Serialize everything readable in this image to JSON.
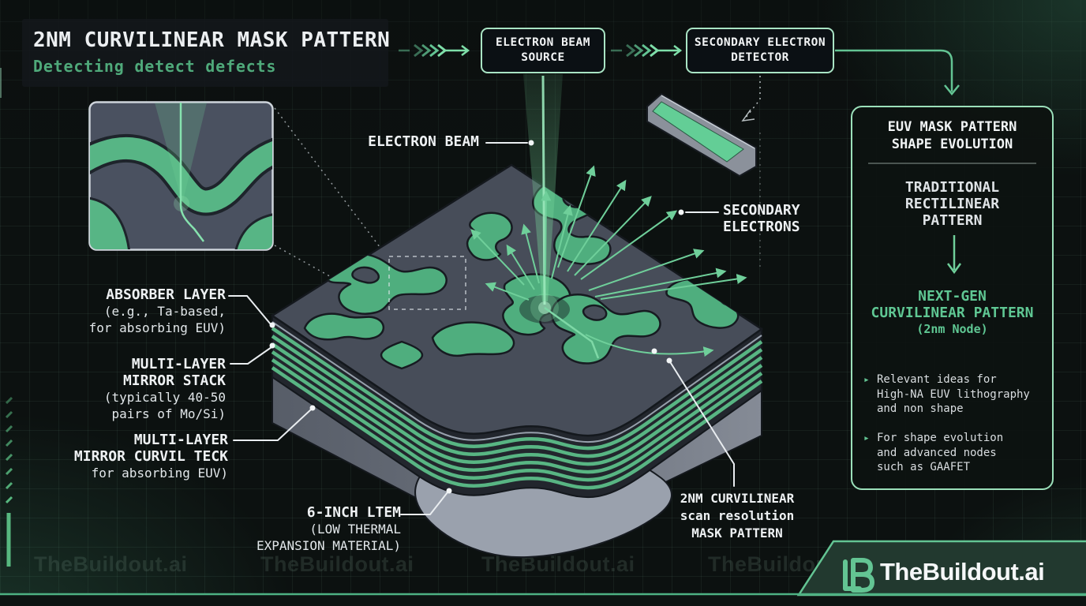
{
  "colors": {
    "accent": "#63c493",
    "accent_bright": "#8fe7b4",
    "panel_border": "#9be0ba",
    "mask_green": "#4fae7e",
    "base_gray": "#80868f",
    "text_white": "#eceff1"
  },
  "header": {
    "title": "2NM CURVILINEAR MASK PATTERN",
    "subtitle": "Detecting detect defects"
  },
  "flow": {
    "box1": {
      "line1": "ELECTRON BEAM",
      "line2": "SOURCE"
    },
    "box2": {
      "line1": "SECONDARY ELECTRON",
      "line2": "DETECTOR"
    }
  },
  "callouts": {
    "electron_beam": "ELECTRON BEAM",
    "secondary_electrons": {
      "line1": "SECONDARY",
      "line2": "ELECTRONS"
    },
    "absorber": {
      "line1": "ABSORBER LAYER",
      "line2": "(e.g., Ta-based,",
      "line3": "for absorbing EUV)"
    },
    "mirror_stack": {
      "line1": "MULTI-LAYER",
      "line2": "MIRROR STACK",
      "line3": "(typically 40-50",
      "line4": "pairs of Mo/Si)"
    },
    "mirror_curvilteck": {
      "line1": "MULTI-LAYER",
      "line2": "MIRROR CURVIL TECK",
      "line3": "for absorbing EUV)"
    },
    "ltem": {
      "line1": "6-INCH LTEM",
      "line2": "(LOW THERMAL",
      "line3": "EXPANSION MATERIAL)"
    },
    "mask_pattern": {
      "line1": "2NM CURVILINEAR",
      "line2": "scan resolution",
      "line3": "MASK PATTERN"
    }
  },
  "panel": {
    "header": {
      "line1": "EUV MASK PATTERN",
      "line2": "SHAPE EVOLUTION"
    },
    "traditional": {
      "line1": "TRADITIONAL",
      "line2": "RECTILINEAR",
      "line3": "PATTERN"
    },
    "nextgen": {
      "line1": "NEXT-GEN",
      "line2": "CURVILINEAR PATTERN",
      "line3": "(2nm Node)"
    },
    "bullets": [
      {
        "marker": "▸",
        "line1": "Relevant ideas for",
        "line2": "High-NA EUV lithography",
        "line3": "and non shape"
      },
      {
        "marker": "▸",
        "line1": "For shape evolution",
        "line2": "and advanced nodes",
        "line3": "such as GAAFET"
      }
    ]
  },
  "watermark": {
    "text": "TheBuildout.ai"
  },
  "logo": {
    "text": "TheBuildout.ai"
  }
}
